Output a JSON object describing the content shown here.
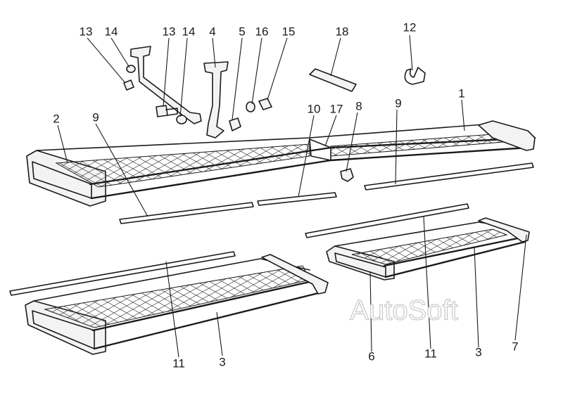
{
  "diagram": {
    "watermark": "AutoSoft",
    "callouts": [
      {
        "id": "c13a",
        "text": "13"
      },
      {
        "id": "c14a",
        "text": "14"
      },
      {
        "id": "c13b",
        "text": "13"
      },
      {
        "id": "c14b",
        "text": "14"
      },
      {
        "id": "c4",
        "text": "4"
      },
      {
        "id": "c5",
        "text": "5"
      },
      {
        "id": "c16",
        "text": "16"
      },
      {
        "id": "c15",
        "text": "15"
      },
      {
        "id": "c18",
        "text": "18"
      },
      {
        "id": "c12",
        "text": "12"
      },
      {
        "id": "c1",
        "text": "1"
      },
      {
        "id": "c2",
        "text": "2"
      },
      {
        "id": "c9a",
        "text": "9"
      },
      {
        "id": "c10",
        "text": "10"
      },
      {
        "id": "c17",
        "text": "17"
      },
      {
        "id": "c8",
        "text": "8"
      },
      {
        "id": "c9b",
        "text": "9"
      },
      {
        "id": "c11a",
        "text": "11"
      },
      {
        "id": "c3a",
        "text": "3"
      },
      {
        "id": "c6",
        "text": "6"
      },
      {
        "id": "c11b",
        "text": "11"
      },
      {
        "id": "c3b",
        "text": "3"
      },
      {
        "id": "c7",
        "text": "7"
      }
    ]
  }
}
